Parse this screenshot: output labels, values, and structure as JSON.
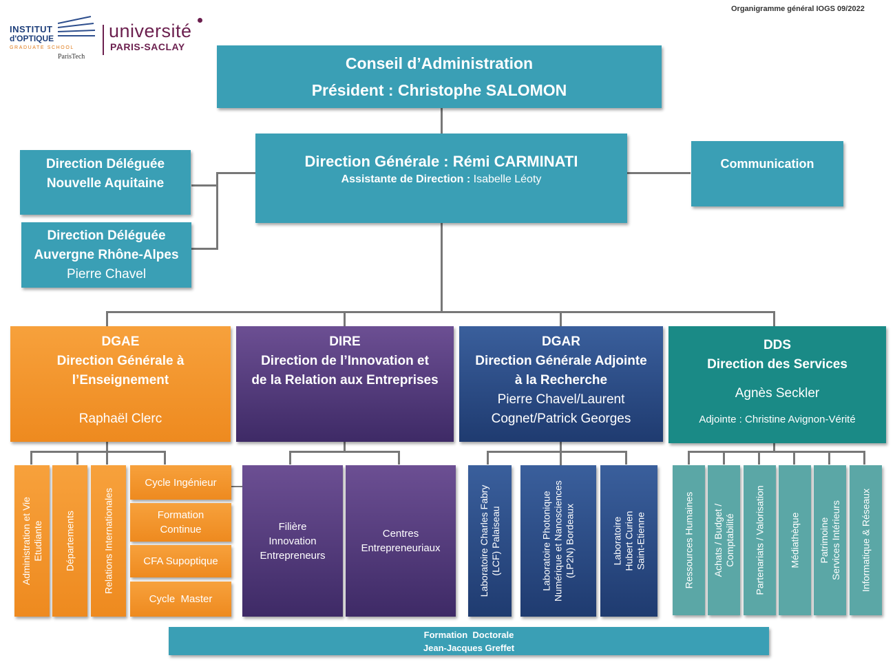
{
  "header": {
    "doc_ref": "Organigramme général IOGS  09/2022"
  },
  "logos": {
    "iogs": {
      "line1": "INSTITUT",
      "line2": "d'OPTIQUE",
      "line3": "GRADUATE SCHOOL",
      "line4": "ParisTech"
    },
    "saclay": {
      "line1": "université",
      "line2": "PARIS-SACLAY"
    }
  },
  "colors": {
    "teal": "#3a9fb5",
    "orange": "#ee8a1f",
    "purple": "#4a3375",
    "navy": "#27467f",
    "green": "#1a8a86",
    "dds_sub": "#5ba7a6",
    "saclay": "#6b1f4e"
  },
  "conseil": {
    "line1": "Conseil d’Administration",
    "line2": "Président : Christophe SALOMON"
  },
  "direction_generale": {
    "title": "Direction Générale : Rémi CARMINATI",
    "assistant_label": "Assistante de Direction :",
    "assistant_name": " Isabelle Léoty"
  },
  "communication": {
    "label": "Communication"
  },
  "dd_aquitaine": {
    "line1": "Direction Déléguée",
    "line2": "Nouvelle Aquitaine"
  },
  "dd_auvergne": {
    "line1": "Direction Déléguée",
    "line2": "Auvergne Rhône-Alpes",
    "person": "Pierre Chavel"
  },
  "dgae": {
    "code": "DGAE",
    "line1": "Direction Générale à",
    "line2": "l’Enseignement",
    "person": "Raphaël Clerc",
    "subs": [
      "Administration et Vie Etudiante",
      "Départements",
      "Relations Internationales"
    ],
    "cycles": [
      "Cycle Ingénieur",
      "Formation Continue",
      "CFA Supoptique",
      "Cycle  Master"
    ]
  },
  "dire": {
    "code": "DIRE",
    "line1": "Direction de l’Innovation et",
    "line2": "de la Relation aux Entreprises",
    "subs": [
      {
        "l1": "Filière",
        "l2": "Innovation",
        "l3": "Entrepreneurs"
      },
      {
        "l1": "Centres",
        "l2": "Entrepreneuriaux"
      }
    ]
  },
  "dgar": {
    "code": "DGAR",
    "line1": "Direction Générale Adjointe",
    "line2": "à la Recherche",
    "person1": "Pierre Chavel/Laurent",
    "person2": "Cognet/Patrick Georges",
    "labs": [
      {
        "l1": "Laboratoire Charles Fabry",
        "l2": "(LCF) Palaiseau"
      },
      {
        "l1": "Laboratoire Photonique",
        "l2": "Numérique et Nanosciences",
        "l3": "(LP2N) Bordeaux"
      },
      {
        "l1": "Laboratoire",
        "l2": "Hubert Curien",
        "l3": "Saint-Etienne"
      }
    ]
  },
  "dds": {
    "code": "DDS",
    "line1": "Direction des Services",
    "person": "Agnès Seckler",
    "deputy": "Adjointe : Christine Avignon-Vérité",
    "subs": [
      {
        "l1": "Ressources Humaines"
      },
      {
        "l1": "Achats / Budget /",
        "l2": "Comptabilité"
      },
      {
        "l1": "Partenariats / Valorisation"
      },
      {
        "l1": "Médiathèque"
      },
      {
        "l1": "Patrimoine",
        "l2": "Services Intérieurs"
      },
      {
        "l1": "Informatique & Réseaux"
      }
    ]
  },
  "formation_doctorale": {
    "line1": "Formation  Doctorale",
    "line2": "Jean-Jacques Greffet"
  }
}
